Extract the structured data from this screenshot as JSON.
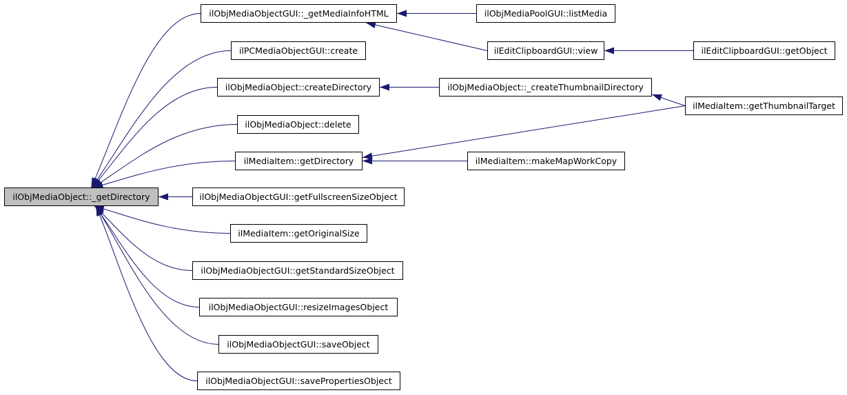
{
  "graph": {
    "colors": {
      "edge": "#191970",
      "node_fill": "#ffffff",
      "root_fill": "#bfbfbf",
      "border": "#000000"
    },
    "nodes": [
      {
        "id": "root",
        "label": "ilObjMediaObject::_getDirectory",
        "root": true
      },
      {
        "id": "n1",
        "label": "ilObjMediaObjectGUI::_getMediaInfoHTML"
      },
      {
        "id": "n2",
        "label": "ilPCMediaObjectGUI::create"
      },
      {
        "id": "n3",
        "label": "ilObjMediaObject::createDirectory"
      },
      {
        "id": "n4",
        "label": "ilObjMediaObject::delete"
      },
      {
        "id": "n5",
        "label": "ilMediaItem::getDirectory"
      },
      {
        "id": "n6",
        "label": "ilObjMediaObjectGUI::getFullscreenSizeObject"
      },
      {
        "id": "n7",
        "label": "ilMediaItem::getOriginalSize"
      },
      {
        "id": "n8",
        "label": "ilObjMediaObjectGUI::getStandardSizeObject"
      },
      {
        "id": "n9",
        "label": "ilObjMediaObjectGUI::resizeImagesObject"
      },
      {
        "id": "n10",
        "label": "ilObjMediaObjectGUI::saveObject"
      },
      {
        "id": "n11",
        "label": "ilObjMediaObjectGUI::savePropertiesObject"
      },
      {
        "id": "n12",
        "label": "ilObjMediaPoolGUI::listMedia"
      },
      {
        "id": "n13",
        "label": "ilEditClipboardGUI::view"
      },
      {
        "id": "n14",
        "label": "ilObjMediaObject::_createThumbnailDirectory"
      },
      {
        "id": "n15",
        "label": "ilMediaItem::makeMapWorkCopy"
      },
      {
        "id": "n16",
        "label": "ilEditClipboardGUI::getObject"
      },
      {
        "id": "n17",
        "label": "ilMediaItem::getThumbnailTarget"
      }
    ],
    "edges": [
      {
        "from": "n1",
        "to": "root"
      },
      {
        "from": "n2",
        "to": "root"
      },
      {
        "from": "n3",
        "to": "root"
      },
      {
        "from": "n4",
        "to": "root"
      },
      {
        "from": "n5",
        "to": "root"
      },
      {
        "from": "n6",
        "to": "root"
      },
      {
        "from": "n7",
        "to": "root"
      },
      {
        "from": "n8",
        "to": "root"
      },
      {
        "from": "n9",
        "to": "root"
      },
      {
        "from": "n10",
        "to": "root"
      },
      {
        "from": "n11",
        "to": "root"
      },
      {
        "from": "n12",
        "to": "n1"
      },
      {
        "from": "n13",
        "to": "n1"
      },
      {
        "from": "n16",
        "to": "n13"
      },
      {
        "from": "n14",
        "to": "n3"
      },
      {
        "from": "n17",
        "to": "n14"
      },
      {
        "from": "n17",
        "to": "n5"
      },
      {
        "from": "n15",
        "to": "n5"
      }
    ]
  }
}
